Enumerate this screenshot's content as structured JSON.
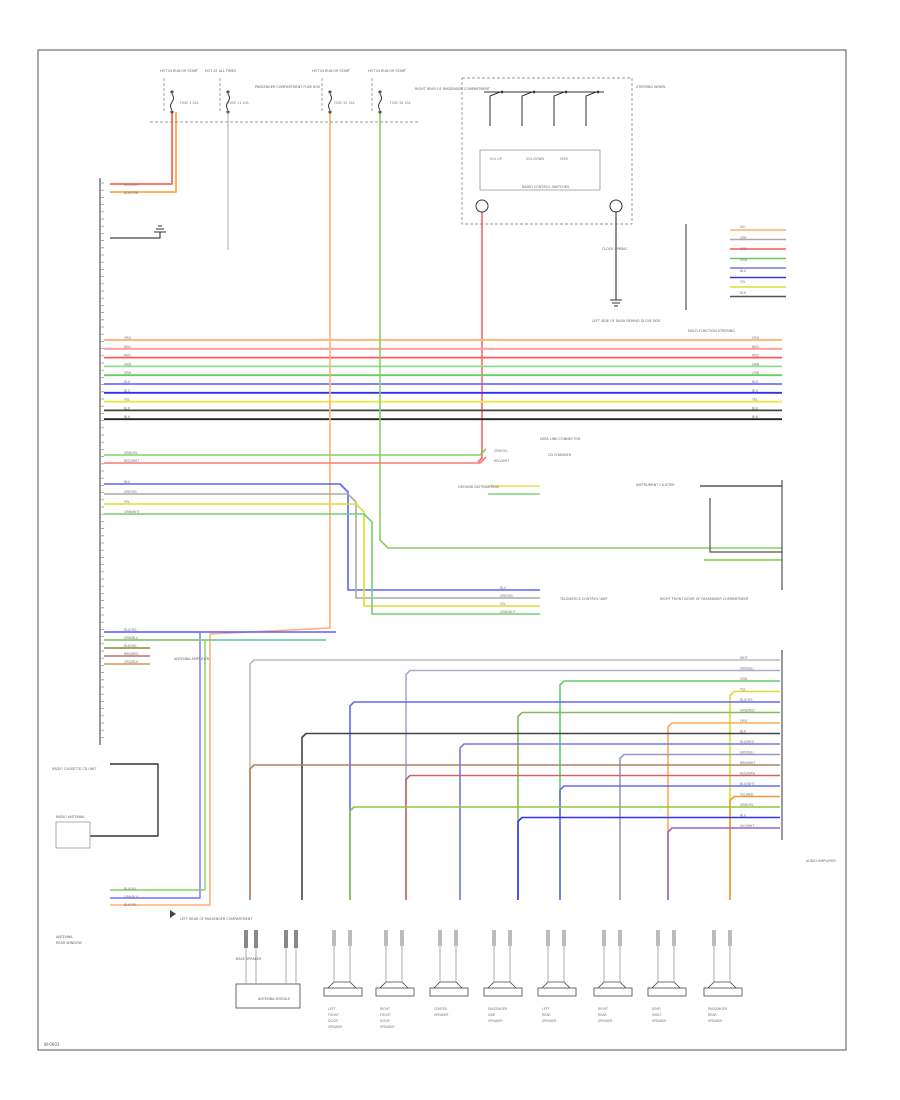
{
  "diagram": {
    "footer_code": "W-0001",
    "labels": {
      "hot_in_run_1": "HOT IN RUN OR START",
      "hot_at_all_times": "HOT AT ALL TIMES",
      "passenger_compartment_fuse_box": "PASSENGER COMPARTMENT FUSE BOX",
      "hot_in_run_2": "HOT IN RUN OR START",
      "hot_in_run_3": "HOT IN RUN OR START",
      "fuse_3": "FUSE 3 15A",
      "fuse_11": "FUSE 11 10A",
      "fuse_20": "FUSE 20 15A",
      "fuse_28": "FUSE 28 10A",
      "rear_ground": "RIGHT REAR OF PASSENGER COMPARTMENT",
      "steering_wheel": "STEERING WHEEL",
      "clock_spring": "CLOCK SPRING",
      "radio_control_switches": "RADIO CONTROL SWITCHES",
      "vol_up": "VOL UP",
      "vol_down": "VOL DOWN",
      "seek": "SEEK",
      "left_side_dash": "LEFT SIDE OF DASH BEHIND GLOVE BOX",
      "multi_function_switch": "MULTI-FUNCTION STEERING",
      "data_link": "DATA LINK CONNECTOR",
      "cd_changer": "CD CHANGER",
      "ground_link": "GROUND DISTRIBUTION",
      "instrument_cluster": "INSTRUMENT CLUSTER",
      "right_front_door": "RIGHT FRONT DOOR OF PASSENGER COMPARTMENT",
      "telematics_unit": "TELEMATICS CONTROL UNIT",
      "radio_cassette": "RADIO CASSETTE CD UNIT",
      "radio_antenna": "RADIO ANTENNA",
      "antenna_amplifier": "ANTENNA AMPLIFIER",
      "left_rear_ground": "LEFT REAR OF PASSENGER COMPARTMENT",
      "audio_amplifier": "AUDIO AMPLIFIER",
      "antenna": "ANTENNA",
      "rear_window": "REAR WINDOW",
      "antenna_module": "ANTENNA MODULE",
      "base_speaker": "BASE SPEAKER"
    },
    "top_wires": [
      {
        "label": "RED/WHT",
        "color": "#ff6666"
      },
      {
        "label": "BLK/GRN",
        "color": "#ffaa44"
      }
    ],
    "right_bus_labels": [
      "VIO",
      "GRY",
      "RED",
      "GRN",
      "BLU",
      "YEL",
      "BLK"
    ],
    "main_bus": [
      {
        "label": "ORG",
        "color": "#ffb070"
      },
      {
        "label": "RED",
        "color": "#ff9a9a"
      },
      {
        "label": "RED",
        "color": "#ff5a5a"
      },
      {
        "label": "GRN",
        "color": "#8ee08e"
      },
      {
        "label": "GRN",
        "color": "#66cc66"
      },
      {
        "label": "BLU",
        "color": "#7070ff"
      },
      {
        "label": "BLU",
        "color": "#3030ee"
      },
      {
        "label": "YEL",
        "color": "#e8e840"
      },
      {
        "label": "BLK",
        "color": "#444444"
      },
      {
        "label": "BLK",
        "color": "#222222"
      }
    ],
    "mid_wires": [
      {
        "label": "GRN/YEL",
        "color": "#88d060"
      },
      {
        "label": "RED/WHT",
        "color": "#ff7777"
      }
    ],
    "blue_group": [
      {
        "label": "BLU",
        "color": "#6060ff"
      },
      {
        "label": "GRY/YEL",
        "color": "#aaaaaa"
      },
      {
        "label": "YEL",
        "color": "#dddd30"
      },
      {
        "label": "GRN/WHT",
        "color": "#77cc77"
      }
    ],
    "left_end_wires": [
      {
        "label": "BLU/YEL",
        "color": "#5f5fff"
      },
      {
        "label": "GRN/BLU",
        "color": "#60c0a0"
      },
      {
        "label": "BLK/YEL",
        "color": "#888833"
      },
      {
        "label": "BRN/RED",
        "color": "#c07070"
      },
      {
        "label": "ORG/BLK",
        "color": "#cc9955"
      }
    ],
    "amp_wires": [
      {
        "label": "WHT",
        "color": "#bbbbbb"
      },
      {
        "label": "GRY/BLU",
        "color": "#aaaacc"
      },
      {
        "label": "GRN",
        "color": "#66cc66"
      },
      {
        "label": "YEL",
        "color": "#dddd33"
      },
      {
        "label": "BLU/YEL",
        "color": "#6666ee"
      },
      {
        "label": "GRN/RED",
        "color": "#88bb55"
      },
      {
        "label": "ORG",
        "color": "#ffaa55"
      },
      {
        "label": "BLK",
        "color": "#444444"
      },
      {
        "label": "BLU/RED",
        "color": "#7777dd"
      },
      {
        "label": "GRY/BLU",
        "color": "#9999bb"
      },
      {
        "label": "BRN/WHT",
        "color": "#b08060"
      },
      {
        "label": "RED/GRN",
        "color": "#cc6666"
      },
      {
        "label": "BLU/WHT",
        "color": "#6a6aee"
      },
      {
        "label": "YEL/RED",
        "color": "#ee9933"
      },
      {
        "label": "GRN/YEL",
        "color": "#88cc44"
      },
      {
        "label": "BLU",
        "color": "#3333ff"
      },
      {
        "label": "VIO/WHT",
        "color": "#9966cc"
      }
    ],
    "speakers": [
      "LEFT FRONT DOOR SPEAKER",
      "RIGHT FRONT DOOR SPEAKER",
      "CENTER SPEAKER",
      "PASSENGER SIDE SPEAKER",
      "LEFT REAR SPEAKER",
      "RIGHT REAR SPEAKER",
      "REAR SHELF SPEAKER",
      "PASSENGER REAR SPEAKER"
    ]
  }
}
